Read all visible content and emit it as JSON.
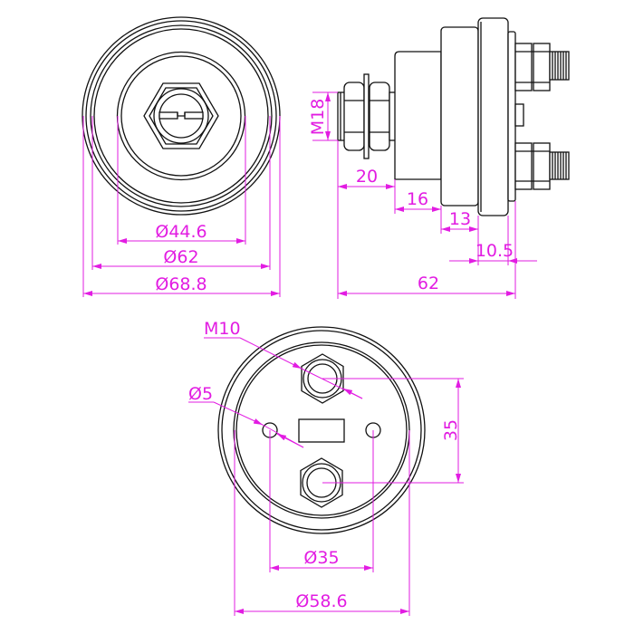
{
  "front_view": {
    "dimensions": [
      "Ø44.6",
      "Ø62",
      "Ø68.8"
    ]
  },
  "side_view": {
    "thread_label": "M18",
    "dimensions": [
      "20",
      "16",
      "13",
      "10.5",
      "62"
    ]
  },
  "rear_view": {
    "terminal_thread_label": "M10",
    "hole_label": "Ø5",
    "terminal_spacing": "35",
    "hole_spacing": "Ø35",
    "dimensions": [
      "Ø58.6"
    ]
  },
  "colors": {
    "dimension": "#e21ce2",
    "outline": "#111111"
  }
}
